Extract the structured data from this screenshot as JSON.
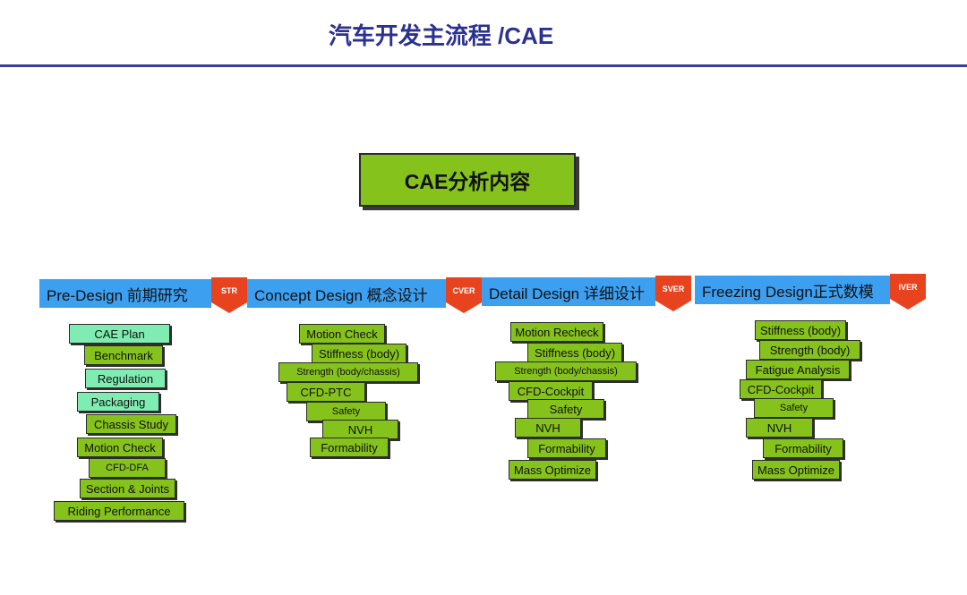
{
  "title": "汽车开发主流程 /CAE",
  "main_box": "CAE分析内容",
  "phases": [
    {
      "label": "Pre-Design 前期研究",
      "gate": "STR",
      "items": [
        {
          "label": "CAE Plan",
          "style": "light"
        },
        {
          "label": "Benchmark",
          "style": "green"
        },
        {
          "label": "Regulation",
          "style": "light"
        },
        {
          "label": "Packaging",
          "style": "light"
        },
        {
          "label": "Chassis Study",
          "style": "green"
        },
        {
          "label": "Motion Check",
          "style": "green"
        },
        {
          "label": "CFD-DFA",
          "style": "green"
        },
        {
          "label": "Section & Joints",
          "style": "green"
        },
        {
          "label": "Riding Performance",
          "style": "green"
        }
      ]
    },
    {
      "label": "Concept Design 概念设计",
      "gate": "CVER",
      "items": [
        {
          "label": "Motion Check",
          "style": "green"
        },
        {
          "label": "Stiffness (body)",
          "style": "green"
        },
        {
          "label": "Strength (body/chassis)",
          "style": "green"
        },
        {
          "label": "CFD-PTC",
          "style": "green"
        },
        {
          "label": "Safety",
          "style": "green"
        },
        {
          "label": "NVH",
          "style": "green"
        },
        {
          "label": "Formability",
          "style": "green"
        }
      ]
    },
    {
      "label": "Detail Design 详细设计",
      "gate": "SVER",
      "items": [
        {
          "label": "Motion Recheck",
          "style": "green"
        },
        {
          "label": "Stiffness (body)",
          "style": "green"
        },
        {
          "label": "Strength (body/chassis)",
          "style": "green"
        },
        {
          "label": "CFD-Cockpit",
          "style": "green"
        },
        {
          "label": "Safety",
          "style": "green"
        },
        {
          "label": "NVH",
          "style": "green"
        },
        {
          "label": "Formability",
          "style": "green"
        },
        {
          "label": "Mass Optimize",
          "style": "green"
        }
      ]
    },
    {
      "label": "Freezing Design正式数模",
      "gate": "IVER",
      "items": [
        {
          "label": "Stiffness (body)",
          "style": "green"
        },
        {
          "label": "Strength (body)",
          "style": "green"
        },
        {
          "label": "Fatigue Analysis",
          "style": "green"
        },
        {
          "label": "CFD-Cockpit",
          "style": "green"
        },
        {
          "label": "Safety",
          "style": "green"
        },
        {
          "label": "NVH",
          "style": "green"
        },
        {
          "label": "Formability",
          "style": "green"
        },
        {
          "label": "Mass Optimize",
          "style": "green"
        }
      ]
    }
  ],
  "colors": {
    "title": "#2b3190",
    "phase_bar": "#3d9ff0",
    "gate": "#e8431f",
    "item_green": "#86c21c",
    "item_light": "#7fedb1"
  }
}
